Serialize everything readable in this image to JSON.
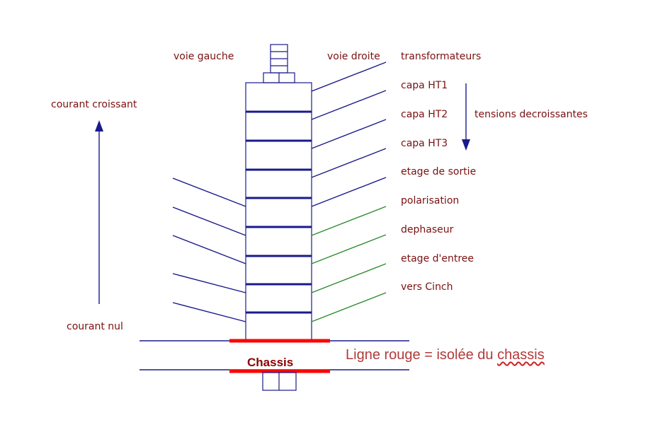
{
  "labels": {
    "voie_gauche": "voie gauche",
    "voie_droite": "voie droite",
    "courant_croissant": "courant croissant",
    "courant_nul": "courant nul",
    "tensions_decroissantes": "tensions decroissantes",
    "chassis": "Chassis"
  },
  "right_labels": [
    "transformateurs",
    "capa HT1",
    "capa HT2",
    "capa HT3",
    "etage de sortie",
    "polarisation",
    "dephaseur",
    "etage d'entree",
    "vers Cinch"
  ],
  "note": {
    "prefix": "Ligne rouge = isolée du ",
    "underlined": "chassis"
  },
  "colors": {
    "navy": "#1a1a8c",
    "green": "#2e8b2e",
    "red": "#ff0000",
    "text": "#7a1010",
    "note": "#b23a3a"
  }
}
